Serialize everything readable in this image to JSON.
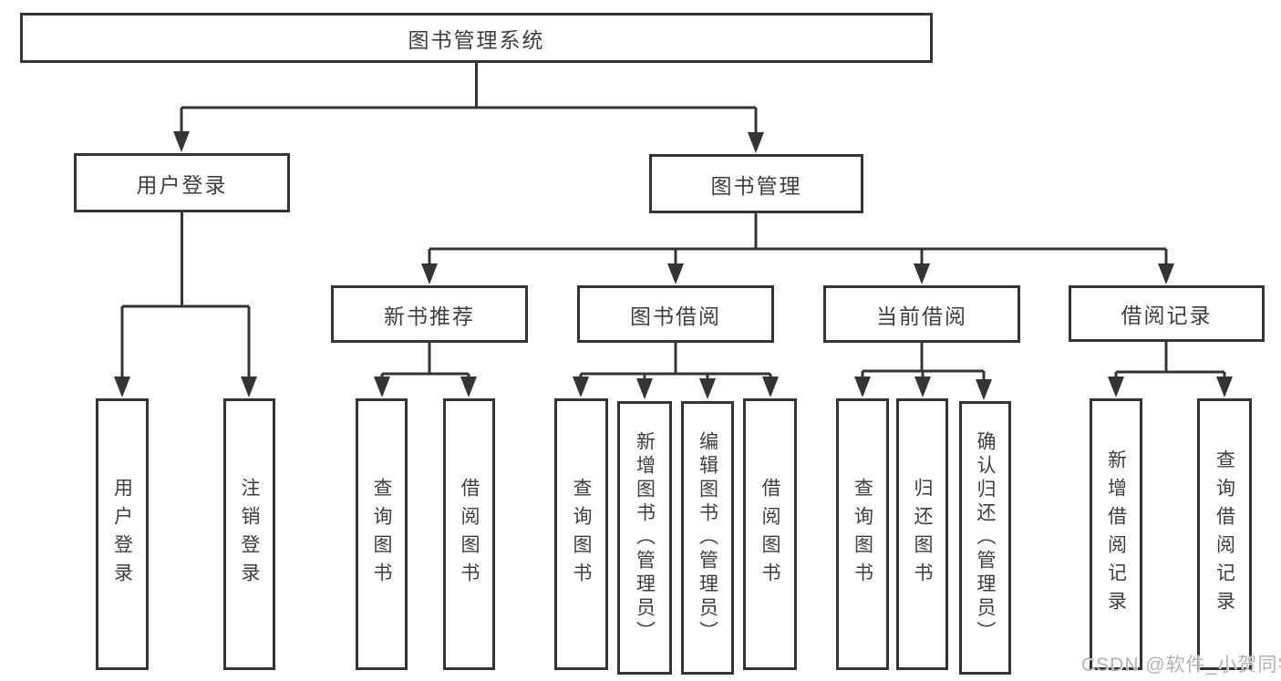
{
  "tree": {
    "label": "图书管理系统",
    "children": [
      {
        "label": "用户登录",
        "children": [
          {
            "label": "用户登录"
          },
          {
            "label": "注销登录"
          }
        ]
      },
      {
        "label": "图书管理",
        "children": [
          {
            "label": "新书推荐",
            "children": [
              {
                "label": "查询图书"
              },
              {
                "label": "借阅图书"
              }
            ]
          },
          {
            "label": "图书借阅",
            "children": [
              {
                "label": "查询图书"
              },
              {
                "label": "新增图书（管理员）"
              },
              {
                "label": "编辑图书（管理员）"
              },
              {
                "label": "借阅图书"
              }
            ]
          },
          {
            "label": "当前借阅",
            "children": [
              {
                "label": "查询图书"
              },
              {
                "label": "归还图书"
              },
              {
                "label": "确认归还（管理员）"
              }
            ]
          },
          {
            "label": "借阅记录",
            "children": [
              {
                "label": "新增借阅记录"
              },
              {
                "label": "查询借阅记录"
              }
            ]
          }
        ]
      }
    ]
  },
  "watermark": {
    "text": "CSDN @软件_小贺同学"
  },
  "colors": {
    "line": "#343434",
    "text": "#3e3e3e",
    "watermark": "#b3b3b3",
    "background": "#ffffff"
  }
}
